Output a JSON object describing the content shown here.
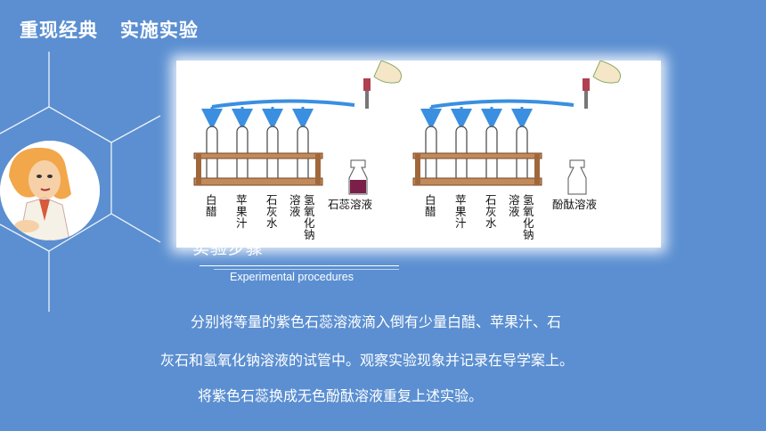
{
  "header": {
    "title": "重现经典   实施实验"
  },
  "figure": {
    "left": {
      "tubes": [
        "白\n醋",
        "苹\n果\n汁",
        "石\n灰\n水",
        "溶\n液",
        "氢\n氧\n化\n钠"
      ],
      "solution": "石蕊溶液"
    },
    "right": {
      "tubes": [
        "白\n醋",
        "苹\n果\n汁",
        "石\n灰\n水",
        "溶\n液",
        "氢\n氧\n化\n钠"
      ],
      "solution": "酚酞溶液"
    }
  },
  "section": {
    "title": "实验步骤",
    "subtitle": "Experimental procedures"
  },
  "body": {
    "line1": "分别将等量的紫色石蕊溶液滴入倒有少量白醋、苹果汁、石",
    "line2": "灰石和氢氧化钠溶液的试管中。观察实验现象并记录在导学案上。",
    "line3": "将紫色石蕊换成无色酚酞溶液重复上述实验。"
  },
  "colors": {
    "background": "#5b8fd1",
    "litmus": "#7a1f4a",
    "arrow": "#3a8fe0",
    "rack": "#7a4a2a"
  }
}
